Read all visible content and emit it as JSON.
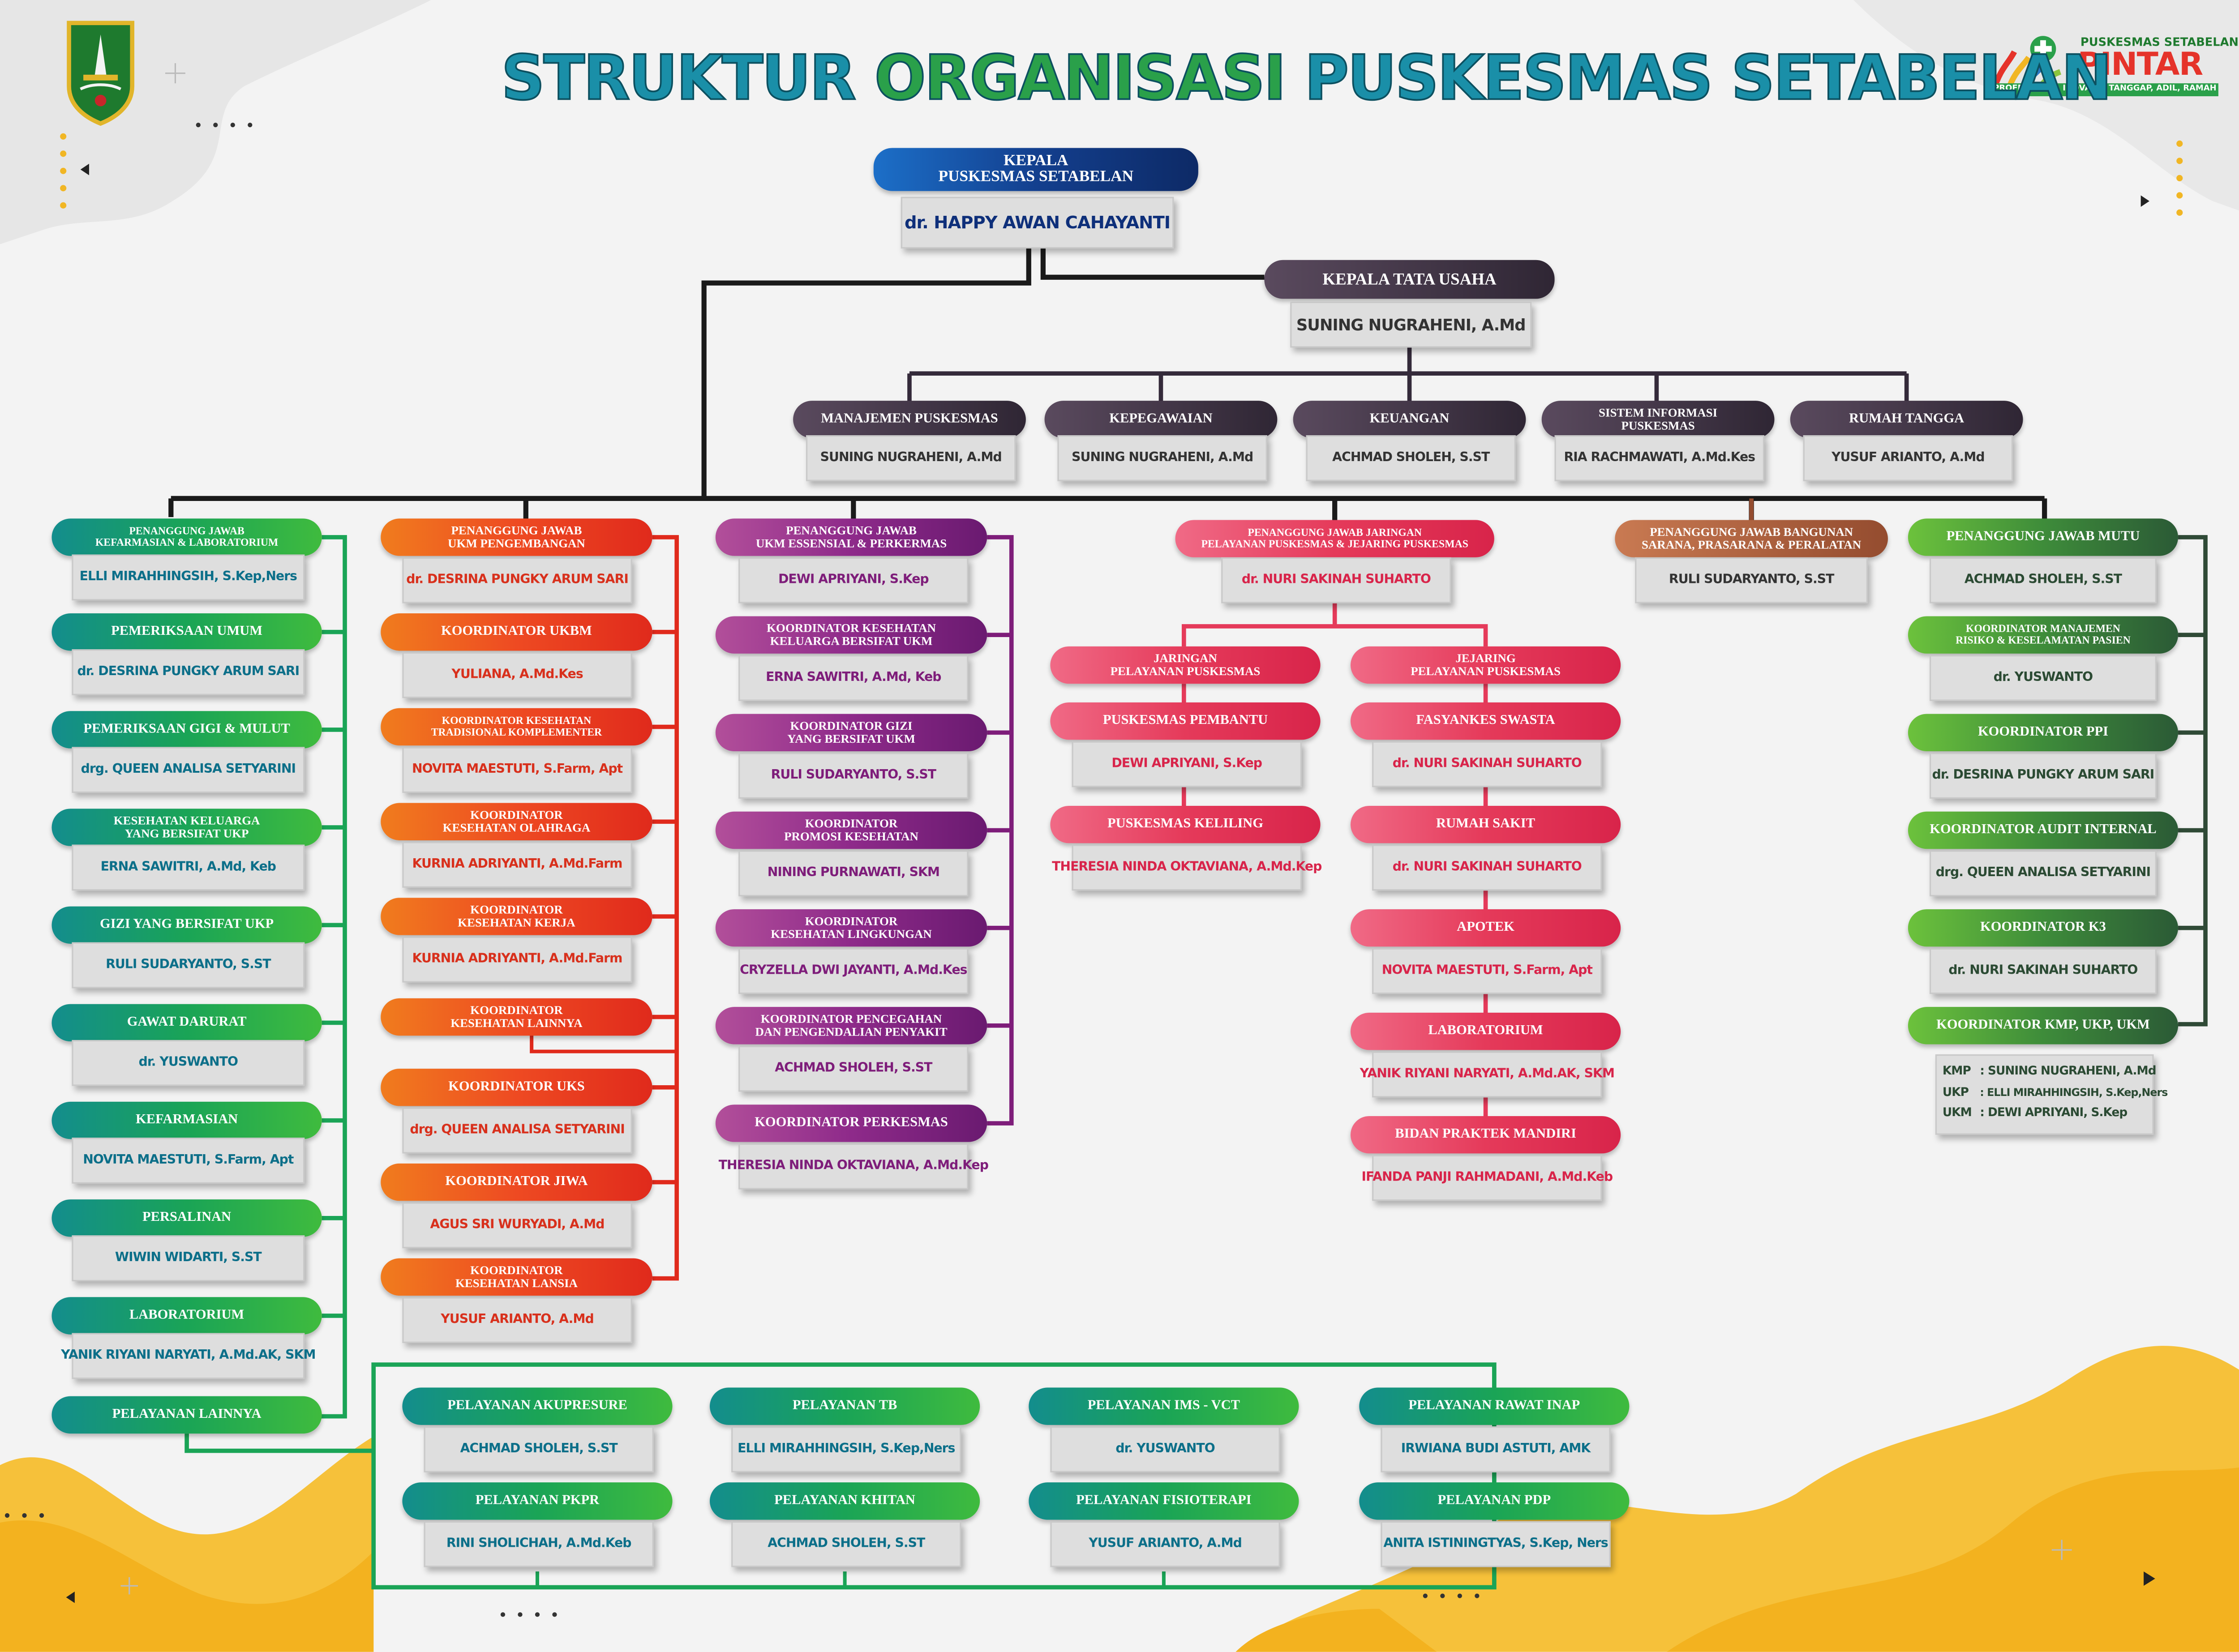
{
  "title": {
    "word1": "STRUKTUR",
    "word2": "ORGANISASI",
    "word3": "PUSKESMAS SETABELAN"
  },
  "logo": {
    "line1": "PUSKESMAS SETABELAN",
    "word": "PINTAR",
    "slogan": "PROFESIONAL, INOVATIF, TANGGAP, ADIL, RAMAH"
  },
  "colors": {
    "teal": "#138d8d",
    "green": "#1aa456",
    "orange": "#ee4a22",
    "purple": "#8e2a8a",
    "pink": "#e53a5a",
    "brown": "#944c2f",
    "olive": "#3e8c3a",
    "dark": "#2f2634",
    "blue": "#133f8e",
    "lineGreen": "#1aa456",
    "lineOrange": "#e02a1c",
    "linePurple": "#7e1d7a"
  },
  "head": {
    "role1": "KEPALA",
    "role2": "PUSKESMAS SETABELAN",
    "name": "dr. HAPPY AWAN CAHAYANTI"
  },
  "tu": {
    "role": "KEPALA TATA USAHA",
    "name": "SUNING NUGRAHENI, A.Md"
  },
  "tuSub": [
    {
      "r1": "MANAJEMEN PUSKESMAS",
      "r2": "",
      "name": "SUNING NUGRAHENI, A.Md"
    },
    {
      "r1": "KEPEGAWAIAN",
      "r2": "",
      "name": "SUNING NUGRAHENI, A.Md"
    },
    {
      "r1": "KEUANGAN",
      "r2": "",
      "name": "ACHMAD SHOLEH, S.ST"
    },
    {
      "r1": "SISTEM INFORMASI",
      "r2": "PUSKESMAS",
      "name": "RIA RACHMAWATI, A.Md.Kes"
    },
    {
      "r1": "RUMAH TANGGA",
      "r2": "",
      "name": "YUSUF ARIANTO, A.Md"
    }
  ],
  "col1": [
    {
      "r1": "PENANGGUNG JAWAB",
      "r2": "KEFARMASIAN & LABORATORIUM",
      "name": "ELLI MIRAHHINGSIH, S.Kep,Ners"
    },
    {
      "r1": "PEMERIKSAAN UMUM",
      "r2": "",
      "name": "dr. DESRINA PUNGKY ARUM SARI"
    },
    {
      "r1": "PEMERIKSAAN GIGI & MULUT",
      "r2": "",
      "name": "drg. QUEEN ANALISA SETYARINI"
    },
    {
      "r1": "KESEHATAN KELUARGA",
      "r2": "YANG BERSIFAT UKP",
      "name": "ERNA SAWITRI, A.Md, Keb"
    },
    {
      "r1": "GIZI YANG BERSIFAT UKP",
      "r2": "",
      "name": "RULI SUDARYANTO, S.ST"
    },
    {
      "r1": "GAWAT DARURAT",
      "r2": "",
      "name": "dr. YUSWANTO"
    },
    {
      "r1": "KEFARMASIAN",
      "r2": "",
      "name": "NOVITA MAESTUTI, S.Farm, Apt"
    },
    {
      "r1": "PERSALINAN",
      "r2": "",
      "name": "WIWIN WIDARTI, S.ST"
    },
    {
      "r1": "LABORATORIUM",
      "r2": "",
      "name": "YANIK RIYANI NARYATI, A.Md.AK, SKM"
    },
    {
      "r1": "PELAYANAN LAINNYA",
      "r2": "",
      "name": ""
    }
  ],
  "col2": [
    {
      "r1": "PENANGGUNG JAWAB",
      "r2": "UKM PENGEMBANGAN",
      "name": "dr. DESRINA PUNGKY ARUM SARI"
    },
    {
      "r1": "KOORDINATOR UKBM",
      "r2": "",
      "name": "YULIANA, A.Md.Kes"
    },
    {
      "r1": "KOORDINATOR KESEHATAN",
      "r2": "TRADISIONAL KOMPLEMENTER",
      "name": "NOVITA MAESTUTI, S.Farm, Apt"
    },
    {
      "r1": "KOORDINATOR",
      "r2": "KESEHATAN OLAHRAGA",
      "name": "KURNIA ADRIYANTI, A.Md.Farm"
    },
    {
      "r1": "KOORDINATOR",
      "r2": "KESEHATAN KERJA",
      "name": "KURNIA ADRIYANTI, A.Md.Farm"
    },
    {
      "r1": "KOORDINATOR",
      "r2": "KESEHATAN LAINNYA",
      "name": ""
    },
    {
      "r1": "KOORDINATOR UKS",
      "r2": "",
      "name": "drg. QUEEN ANALISA SETYARINI"
    },
    {
      "r1": "KOORDINATOR JIWA",
      "r2": "",
      "name": "AGUS SRI WURYADI, A.Md"
    },
    {
      "r1": "KOORDINATOR",
      "r2": "KESEHATAN LANSIA",
      "name": "YUSUF ARIANTO, A.Md"
    }
  ],
  "col3": [
    {
      "r1": "PENANGGUNG JAWAB",
      "r2": "UKM ESSENSIAL & PERKERMAS",
      "name": "DEWI APRIYANI, S.Kep"
    },
    {
      "r1": "KOORDINATOR KESEHATAN",
      "r2": "KELUARGA BERSIFAT UKM",
      "name": "ERNA SAWITRI, A.Md, Keb"
    },
    {
      "r1": "KOORDINATOR GIZI",
      "r2": "YANG BERSIFAT UKM",
      "name": "RULI SUDARYANTO, S.ST"
    },
    {
      "r1": "KOORDINATOR",
      "r2": "PROMOSI KESEHATAN",
      "name": "NINING PURNAWATI, SKM"
    },
    {
      "r1": "KOORDINATOR",
      "r2": "KESEHATAN LINGKUNGAN",
      "name": "CRYZELLA DWI JAYANTI, A.Md.Kes"
    },
    {
      "r1": "KOORDINATOR PENCEGAHAN",
      "r2": "DAN PENGENDALIAN PENYAKIT",
      "name": "ACHMAD SHOLEH, S.ST"
    },
    {
      "r1": "KOORDINATOR PERKESMAS",
      "r2": "",
      "name": "THERESIA NINDA OKTAVIANA, A.Md.Kep"
    }
  ],
  "jejaring": {
    "head": {
      "r1": "PENANGGUNG JAWAB JARINGAN",
      "r2": "PELAYANAN PUSKESMAS & JEJARING PUSKESMAS",
      "name": "dr. NURI SAKINAH SUHARTO"
    },
    "left": {
      "r1": "JARINGAN",
      "r2": "PELAYANAN PUSKESMAS"
    },
    "right": {
      "r1": "JEJARING",
      "r2": "PELAYANAN PUSKESMAS"
    },
    "leftItems": [
      {
        "r1": "PUSKESMAS PEMBANTU",
        "name": "DEWI APRIYANI, S.Kep"
      },
      {
        "r1": "PUSKESMAS KELILING",
        "name": "THERESIA NINDA OKTAVIANA, A.Md.Kep"
      }
    ],
    "rightItems": [
      {
        "r1": "FASYANKES SWASTA",
        "name": "dr. NURI SAKINAH SUHARTO"
      },
      {
        "r1": "RUMAH SAKIT",
        "name": "dr. NURI SAKINAH SUHARTO"
      },
      {
        "r1": "APOTEK",
        "name": "NOVITA MAESTUTI, S.Farm, Apt"
      },
      {
        "r1": "LABORATORIUM",
        "name": "YANIK RIYANI NARYATI, A.Md.AK, SKM"
      },
      {
        "r1": "BIDAN PRAKTEK MANDIRI",
        "name": "IFANDA PANJI RAHMADANI, A.Md.Keb"
      }
    ]
  },
  "bangunan": {
    "r1": "PENANGGUNG JAWAB BANGUNAN",
    "r2": "SARANA, PRASARANA & PERALATAN",
    "name": "RULI SUDARYANTO, S.ST"
  },
  "col6": [
    {
      "r1": "PENANGGUNG JAWAB MUTU",
      "r2": "",
      "name": "ACHMAD SHOLEH, S.ST"
    },
    {
      "r1": "KOORDINATOR MANAJEMEN",
      "r2": "RISIKO & KESELAMATAN PASIEN",
      "name": "dr. YUSWANTO"
    },
    {
      "r1": "KOORDINATOR PPI",
      "r2": "",
      "name": "dr. DESRINA PUNGKY ARUM SARI"
    },
    {
      "r1": "KOORDINATOR AUDIT INTERNAL",
      "r2": "",
      "name": "drg. QUEEN ANALISA SETYARINI"
    },
    {
      "r1": "KOORDINATOR K3",
      "r2": "",
      "name": "dr. NURI SAKINAH SUHARTO"
    },
    {
      "r1": "KOORDINATOR KMP, UKP, UKM",
      "r2": "",
      "name": ""
    }
  ],
  "kmp": [
    {
      "k": "KMP",
      "v": ": SUNING NUGRAHENI, A.Md"
    },
    {
      "k": "UKP",
      "v": ": ELLI MIRAHHINGSIH, S.Kep,Ners"
    },
    {
      "k": "UKM",
      "v": ": DEWI APRIYANI, S.Kep"
    }
  ],
  "lainnya": [
    {
      "r1": "PELAYANAN AKUPRESURE",
      "name": "ACHMAD SHOLEH, S.ST"
    },
    {
      "r1": "PELAYANAN TB",
      "name": "ELLI MIRAHHINGSIH, S.Kep,Ners"
    },
    {
      "r1": "PELAYANAN IMS - VCT",
      "name": "dr. YUSWANTO"
    },
    {
      "r1": "PELAYANAN RAWAT INAP",
      "name": "IRWIANA BUDI ASTUTI, AMK"
    },
    {
      "r1": "PELAYANAN PKPR",
      "name": "RINI SHOLICHAH, A.Md.Keb"
    },
    {
      "r1": "PELAYANAN KHITAN",
      "name": "ACHMAD SHOLEH, S.ST"
    },
    {
      "r1": "PELAYANAN FISIOTERAPI",
      "name": "YUSUF ARIANTO, A.Md"
    },
    {
      "r1": "PELAYANAN PDP",
      "name": "ANITA ISTININGTYAS, S.Kep, Ners"
    }
  ]
}
